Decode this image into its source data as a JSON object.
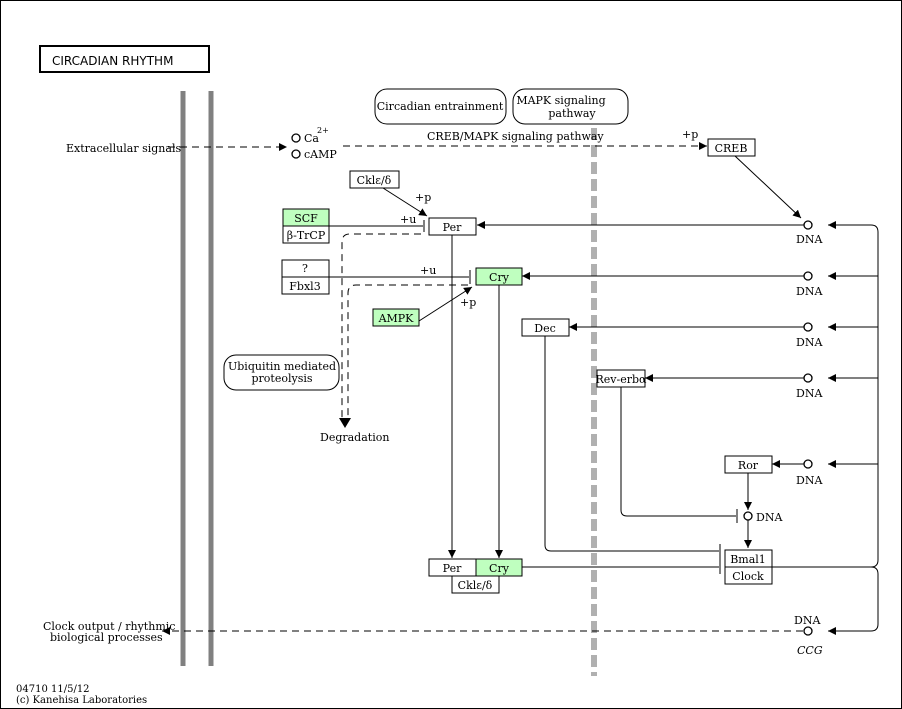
{
  "title": "CIRCADIAN  RHYTHM",
  "map": {
    "circadian_entrainment": "Circadian entrainment",
    "mapk_line1": "MAPK signaling",
    "mapk_line2": "pathway",
    "ubiquitin_line1": "Ubiquitin mediated",
    "ubiquitin_line2": "proteolysis"
  },
  "labels": {
    "extracellular": "Extracellular signals",
    "ca": "Ca",
    "ca_sup": "2+",
    "camp": "cAMP",
    "creb_mapk": "CREB/MAPK signaling pathway",
    "plus_p": "+p",
    "plus_u": "+u",
    "degradation": "Degradation",
    "clock_output_1": "Clock output / rhythmic",
    "clock_output_2": "biological processes",
    "ccg": "CCG",
    "dna": "DNA",
    "footer_1": "04710 11/5/12",
    "footer_2": "(c) Kanehisa Laboratories"
  },
  "genes": {
    "creb": "CREB",
    "ckle_top": "Cklε/δ",
    "scf": "SCF",
    "btrcp": "β-TrCP",
    "per": "Per",
    "q": "?",
    "fbxl3": "Fbxl3",
    "cry": "Cry",
    "ampk": "AMPK",
    "dec": "Dec",
    "reverba": "Rev-erbα",
    "ror": "Ror",
    "bmal1": "Bmal1",
    "clock": "Clock",
    "per_cx": "Per",
    "cry_cx": "Cry",
    "ckle_cx": "Cklε/δ"
  },
  "colors": {
    "highlight": "#bfffbf",
    "wall": "#808080",
    "mapk_wall": "#b0b0b0"
  }
}
